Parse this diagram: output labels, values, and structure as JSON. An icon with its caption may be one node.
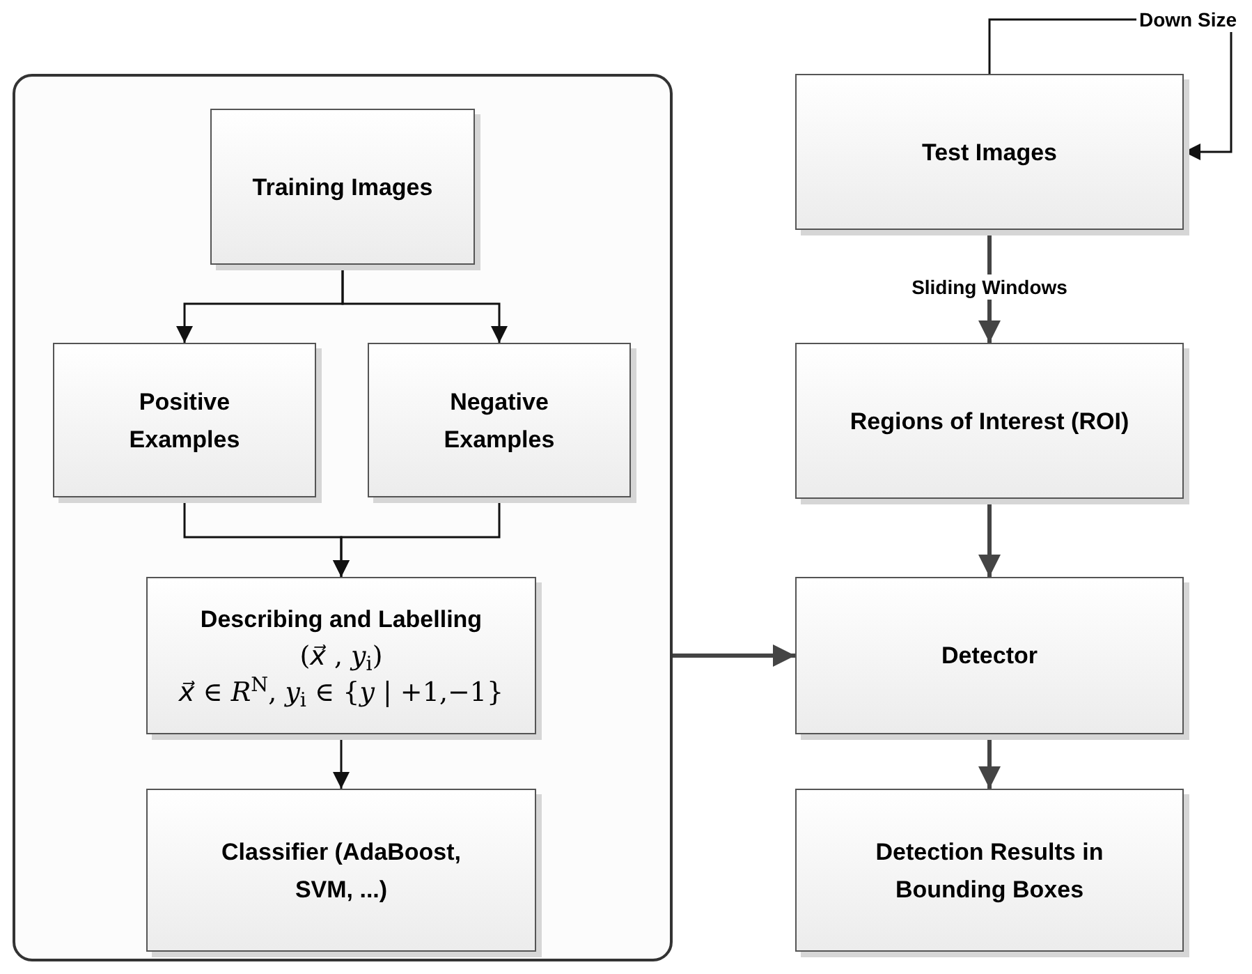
{
  "diagram": {
    "nodes": [
      {
        "text": [],
        "shape": "box"
      },
      {
        "text": [
          "Training Images"
        ],
        "in": 0
      },
      {
        "text": [
          "Positive Examples"
        ],
        "in": 0
      },
      {
        "text": [
          "Negative Examples"
        ],
        "in": 0
      },
      {
        "text": [
          "Describing and Labelling",
          "(*x⃗* , *y*$_{i}$)",
          "*x⃗* ∈ *R*$^{N}$, *y*$_{i}$ ∈ {*y* | +1,−1}"
        ],
        "in": 0
      },
      {
        "text": [
          "Classifier (AdaBoost, SVM, ...)"
        ],
        "in": 0
      },
      {
        "text": [
          "Test Images"
        ]
      },
      {
        "text": [
          "Regions of Interest (ROI)"
        ]
      },
      {
        "text": [
          "Detector"
        ]
      },
      {
        "text": [
          "Detection Results in Bounding Boxes"
        ]
      }
    ],
    "edges": [
      {
        "from": 1,
        "to": 2,
        "arrow": "to"
      },
      {
        "from": 1,
        "to": 3,
        "arrow": "to"
      },
      {
        "from": 2,
        "to": 4,
        "arrow": "to"
      },
      {
        "from": 3,
        "to": 4,
        "arrow": "to"
      },
      {
        "from": 4,
        "to": 5,
        "arrow": "to"
      },
      {
        "from": 0,
        "to": 8,
        "arrow": "to",
        "style": "thick"
      },
      {
        "from": 6,
        "to": 6,
        "arrow": "to",
        "label": "Down Size"
      },
      {
        "from": 6,
        "to": 7,
        "arrow": "to",
        "label": "Sliding Windows",
        "style": "thick"
      },
      {
        "from": 7,
        "to": 8,
        "arrow": "to",
        "style": "thick"
      },
      {
        "from": 8,
        "to": 9,
        "arrow": "to",
        "style": "thick"
      }
    ]
  }
}
